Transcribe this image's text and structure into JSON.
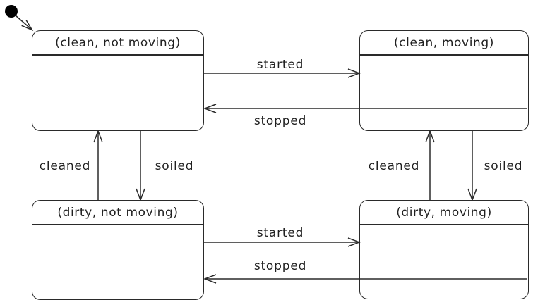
{
  "diagram": {
    "type": "uml-state-machine",
    "colors": {
      "line": "#2a2a2a",
      "text": "#1f1f1f",
      "background": "#ffffff",
      "initial_dot": "#000000"
    },
    "states": [
      {
        "id": "clean_not_moving",
        "label": "(clean, not moving)"
      },
      {
        "id": "clean_moving",
        "label": "(clean, moving)"
      },
      {
        "id": "dirty_not_moving",
        "label": "(dirty, not moving)"
      },
      {
        "id": "dirty_moving",
        "label": "(dirty, moving)"
      }
    ],
    "transitions": [
      {
        "from": "initial",
        "to": "clean_not_moving",
        "label": ""
      },
      {
        "from": "clean_not_moving",
        "to": "clean_moving",
        "label": "started"
      },
      {
        "from": "clean_moving",
        "to": "clean_not_moving",
        "label": "stopped"
      },
      {
        "from": "dirty_not_moving",
        "to": "clean_not_moving",
        "label": "cleaned"
      },
      {
        "from": "clean_not_moving",
        "to": "dirty_not_moving",
        "label": "soiled"
      },
      {
        "from": "dirty_moving",
        "to": "clean_moving",
        "label": "cleaned"
      },
      {
        "from": "clean_moving",
        "to": "dirty_moving",
        "label": "soiled"
      },
      {
        "from": "dirty_not_moving",
        "to": "dirty_moving",
        "label": "started"
      },
      {
        "from": "dirty_moving",
        "to": "dirty_not_moving",
        "label": "stopped"
      }
    ]
  }
}
